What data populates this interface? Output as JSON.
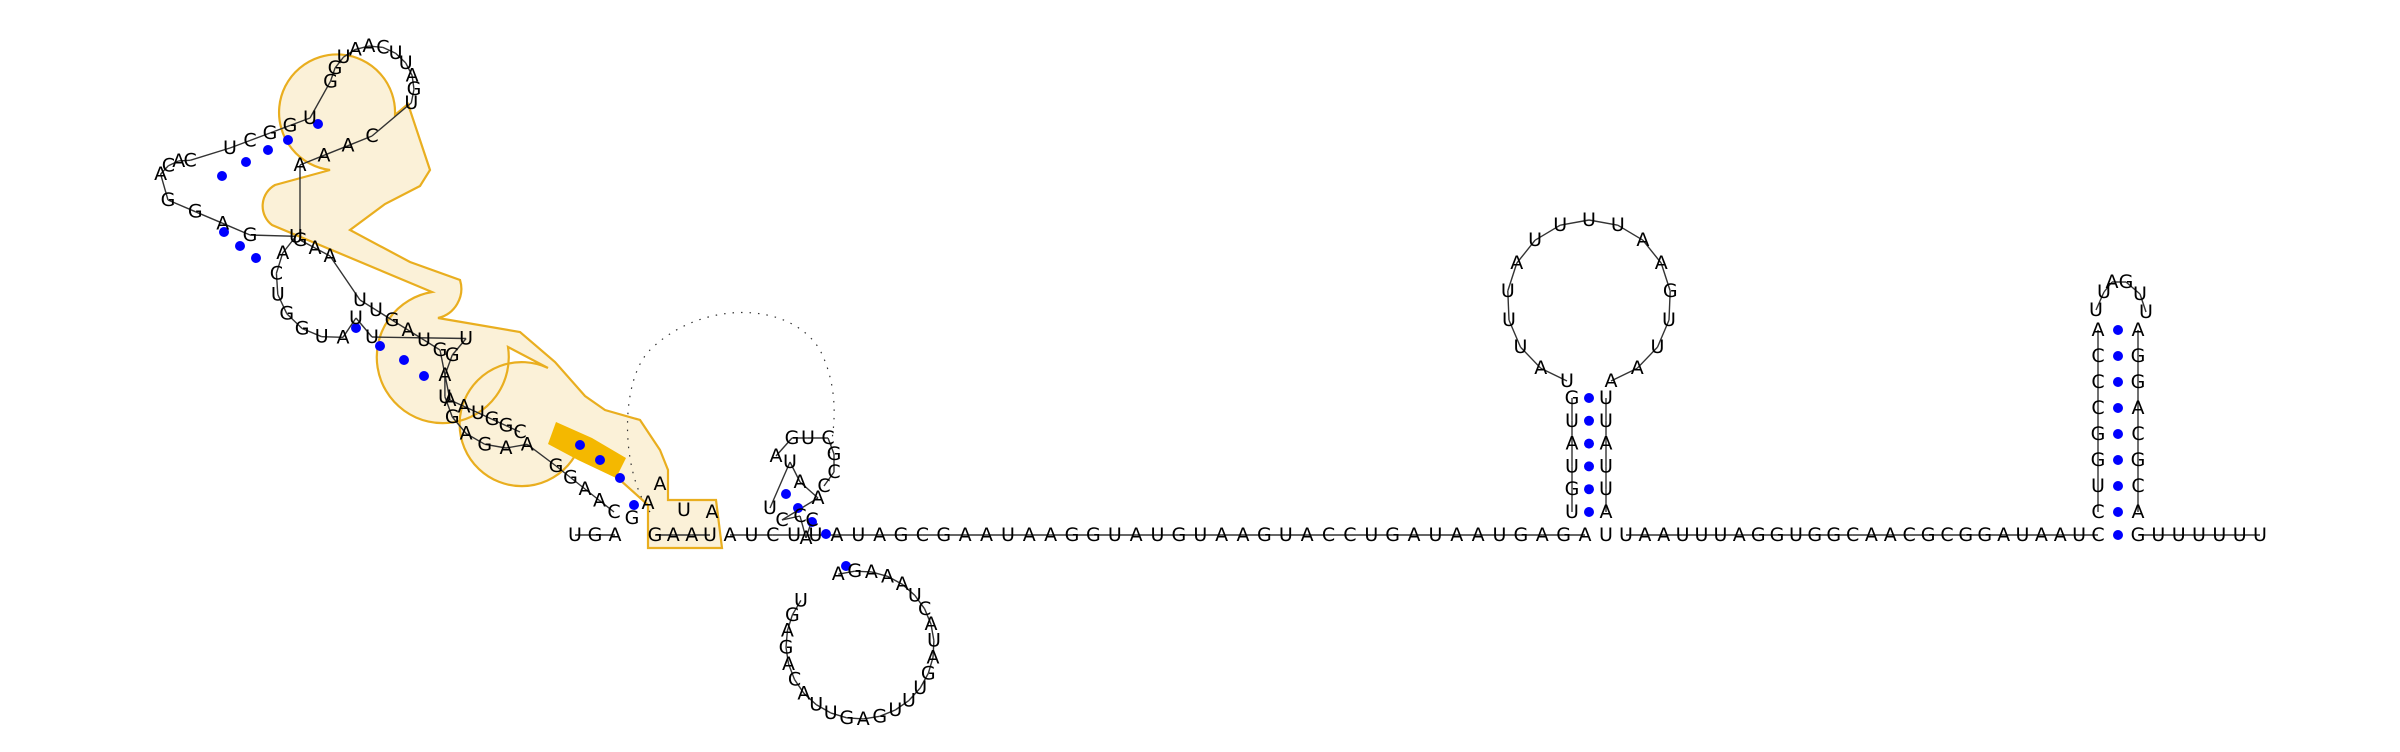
{
  "colors": {
    "highlight": "#e9ae1f",
    "highlight_fill": "#fbf1d8",
    "selected": "#f4b800",
    "pair": "#0000ff",
    "text": "#000000"
  },
  "diagram": {
    "arm1": {
      "bottom": [
        "U",
        "G",
        "A"
      ],
      "top": [
        "C",
        "A",
        "A",
        "G",
        "G",
        "A",
        "A",
        "G",
        "A",
        "G",
        "U",
        "A",
        "G",
        "U",
        "U",
        "U",
        "A",
        "U",
        "G",
        "G",
        "U",
        "C",
        "A",
        "U",
        "G",
        "A",
        "G",
        "G",
        "A",
        "C",
        "A",
        "C",
        "U",
        "C",
        "G",
        "G",
        "U",
        "G",
        "G",
        "U",
        "A",
        "A",
        "C",
        "U",
        "U",
        "A",
        "G",
        "U",
        "C",
        "A",
        "A",
        "A",
        "G",
        "A",
        "A",
        "U",
        "U",
        "G",
        "A",
        "U",
        "G",
        "A",
        "A",
        "U",
        "G",
        "G",
        "C",
        "C",
        "U",
        "A",
        "G",
        "A"
      ],
      "junction_top": [
        "G",
        "A",
        "A",
        "U",
        "A"
      ],
      "junction_bottom": [
        "G",
        "A",
        "A",
        "U"
      ]
    },
    "arm2": {
      "up": [
        "U",
        "U",
        "A",
        "A",
        "C",
        "C",
        "A",
        "C"
      ],
      "hairpin": [
        "A",
        "G",
        "U",
        "C",
        "G",
        "C",
        "C"
      ],
      "down": [
        "A",
        "G",
        "A",
        "A",
        "A",
        "U",
        "C",
        "A",
        "U",
        "A",
        "G",
        "U",
        "U",
        "U",
        "G",
        "A",
        "G",
        "U",
        "U",
        "A",
        "C",
        "A",
        "G",
        "A",
        "G",
        "U"
      ]
    },
    "linker1": [
      "A",
      "U",
      "C",
      "U",
      "U",
      "A",
      "U",
      "A",
      "G",
      "C",
      "G",
      "A",
      "A",
      "U",
      "A",
      "A",
      "G",
      "G",
      "U",
      "A",
      "U",
      "G",
      "U",
      "A",
      "A",
      "G",
      "U",
      "A",
      "C",
      "C",
      "U",
      "G",
      "A",
      "U",
      "A",
      "A",
      "U",
      "G",
      "A",
      "G",
      "A"
    ],
    "hp1": {
      "stem_left": [
        "U",
        "G",
        "U",
        "A",
        "U",
        "G"
      ],
      "loop": [
        "A",
        "A",
        "U",
        "U",
        "G",
        "A",
        "A",
        "U",
        "U",
        "U",
        "U",
        "A",
        "U",
        "U",
        "U",
        "A",
        "U"
      ],
      "stem_right": [
        "U",
        "U",
        "A",
        "U",
        "U",
        "A"
      ]
    },
    "linker2": [
      "U",
      "A",
      "A",
      "U",
      "U",
      "U",
      "A",
      "G",
      "G",
      "U",
      "G",
      "G",
      "C",
      "A",
      "A",
      "C",
      "G",
      "C",
      "G",
      "G",
      "A",
      "U",
      "A",
      "A",
      "U",
      "C"
    ],
    "hp2": {
      "stem_left": [
        "C",
        "U",
        "G",
        "G",
        "C",
        "C",
        "C",
        "A"
      ],
      "loop": [
        "U",
        "U",
        "A",
        "G",
        "U",
        "U"
      ],
      "stem_right": [
        "A",
        "G",
        "G",
        "A",
        "C",
        "G",
        "C",
        "A"
      ]
    },
    "tail": [
      "G",
      "U",
      "U",
      "U",
      "U",
      "U",
      "U"
    ]
  }
}
